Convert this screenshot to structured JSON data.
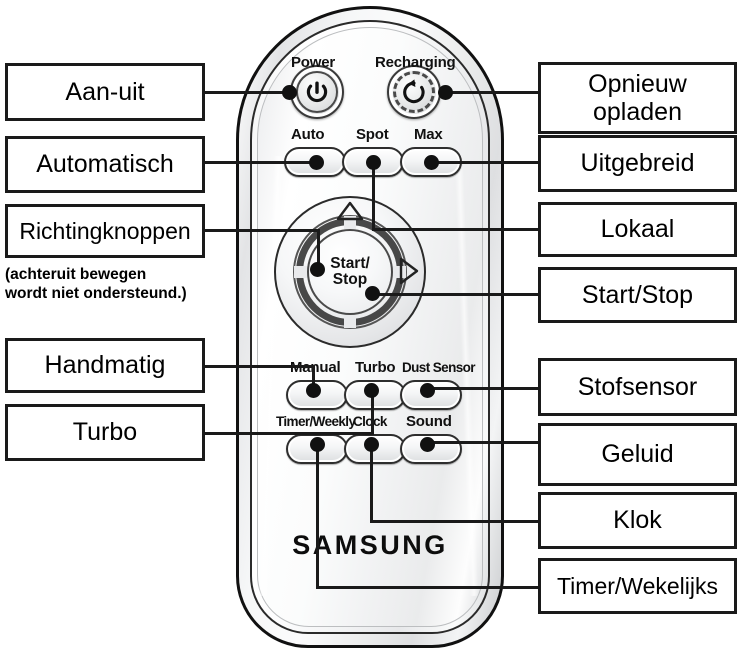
{
  "diagram": {
    "title": "Samsung robot vacuum remote control — Dutch labelled diagram",
    "product_brand": "SAMSUNG"
  },
  "colors": {
    "line": "#1a1a1a",
    "box_border": "#1a1a1a",
    "box_fill": "#ffffff",
    "shell_light": "#ffffff",
    "shell_shadow": "#d2d4d6",
    "text": "#000000"
  },
  "left_callouts": [
    {
      "id": "power",
      "label": "Aan-uit"
    },
    {
      "id": "auto",
      "label": "Automatisch"
    },
    {
      "id": "direction",
      "label": "Richtingknoppen"
    },
    {
      "id": "manual",
      "label": "Handmatig"
    },
    {
      "id": "turbo",
      "label": "Turbo"
    }
  ],
  "left_note": {
    "line1": "(achteruit bewegen",
    "line2": "wordt niet ondersteund.)"
  },
  "right_callouts": [
    {
      "id": "recharge",
      "line1": "Opnieuw",
      "line2": "opladen"
    },
    {
      "id": "max",
      "line1": "Uitgebreid",
      "line2": ""
    },
    {
      "id": "spot",
      "line1": "Lokaal",
      "line2": ""
    },
    {
      "id": "startstop",
      "line1": "Start/Stop",
      "line2": ""
    },
    {
      "id": "dustsensor",
      "line1": "Stofsensor",
      "line2": ""
    },
    {
      "id": "sound",
      "line1": "Geluid",
      "line2": ""
    },
    {
      "id": "clock",
      "line1": "Klok",
      "line2": ""
    },
    {
      "id": "timer",
      "line1": "Timer/Wekelijks",
      "line2": ""
    }
  ],
  "remote": {
    "buttons": {
      "power": "Power",
      "recharging": "Recharging",
      "auto": "Auto",
      "spot": "Spot",
      "max": "Max",
      "manual": "Manual",
      "turbo": "Turbo",
      "dust_sensor": "Dust Sensor",
      "timer_weekly": "Timer/Weekly",
      "clock": "Clock",
      "sound": "Sound"
    },
    "center": {
      "line1": "Start/",
      "line2": "Stop"
    },
    "icons": {
      "power": "power-symbol-icon",
      "recharging": "circular-arrow-icon",
      "dpad_up": "triangle-up-icon",
      "dpad_right": "triangle-right-icon"
    },
    "wordmark": "SAMSUNG"
  }
}
